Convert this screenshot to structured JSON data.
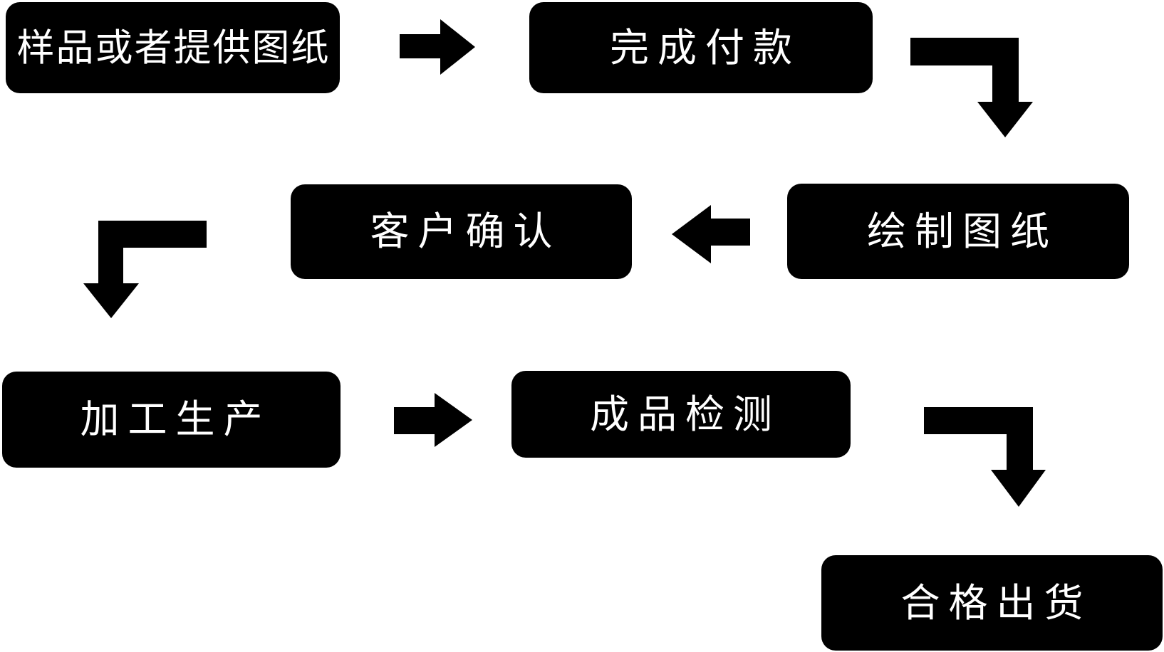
{
  "flowchart": {
    "title": "production-process-flow",
    "colors": {
      "background": "#ffffff",
      "node_fill": "#000000",
      "node_text": "#ffffff",
      "arrow": "#000000"
    },
    "nodes": [
      {
        "id": "sample-or-provide-drawings",
        "label": "样品或者提供图纸"
      },
      {
        "id": "complete-payment",
        "label": "完成付款"
      },
      {
        "id": "customer-confirmation",
        "label": "客户确认"
      },
      {
        "id": "draw-drawings",
        "label": "绘制图纸"
      },
      {
        "id": "processing-production",
        "label": "加工生产"
      },
      {
        "id": "finished-product-inspection",
        "label": "成品检测"
      },
      {
        "id": "qualified-shipment",
        "label": "合格出货"
      }
    ],
    "arrows": [
      {
        "from": "样品或者提供图纸",
        "to": "完成付款",
        "shape": "right"
      },
      {
        "from": "完成付款",
        "to": "绘制图纸",
        "shape": "elbow-down"
      },
      {
        "from": "绘制图纸",
        "to": "客户确认",
        "shape": "left"
      },
      {
        "from": "客户确认",
        "to": "加工生产",
        "shape": "elbow-down-left"
      },
      {
        "from": "加工生产",
        "to": "成品检测",
        "shape": "right"
      },
      {
        "from": "成品检测",
        "to": "合格出货",
        "shape": "elbow-down"
      }
    ]
  }
}
